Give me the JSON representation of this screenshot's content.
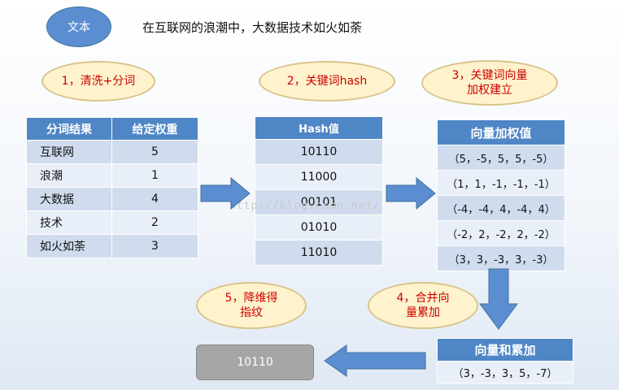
{
  "header": {
    "text_oval": "文本",
    "sentence": "在互联网的浪潮中，大数据技术如火如荼"
  },
  "steps": {
    "step1": "1，清洗+分词",
    "step2": "2，关键词hash",
    "step3_line1": "3，关键词向量",
    "step3_line2": "加权建立",
    "step4_line1": "4，合并向",
    "step4_line2": "量累加",
    "step5_line1": "5，降维得",
    "step5_line2": "指纹"
  },
  "words_table": {
    "headers": [
      "分词结果",
      "给定权重"
    ],
    "rows": [
      [
        "互联网",
        "5"
      ],
      [
        "浪潮",
        "1"
      ],
      [
        "大数据",
        "4"
      ],
      [
        "技术",
        "2"
      ],
      [
        "如火如荼",
        "3"
      ]
    ]
  },
  "hash_table": {
    "header": "Hash值",
    "rows": [
      "10110",
      "11000",
      "00101",
      "01010",
      "11010"
    ]
  },
  "vector_table": {
    "header": "向量加权值",
    "rows": [
      "（5，-5，5，5，-5）",
      "（1，1，-1，-1，-1）",
      "（-4，-4，4，-4，4）",
      "（-2，2，-2，2，-2）",
      "（3，3，-3，3，-3）"
    ]
  },
  "sum_table": {
    "header": "向量和累加",
    "row": "（3，-3，3，5，-7）"
  },
  "fingerprint": "10110",
  "watermark": "http://blog.csdn.net/"
}
